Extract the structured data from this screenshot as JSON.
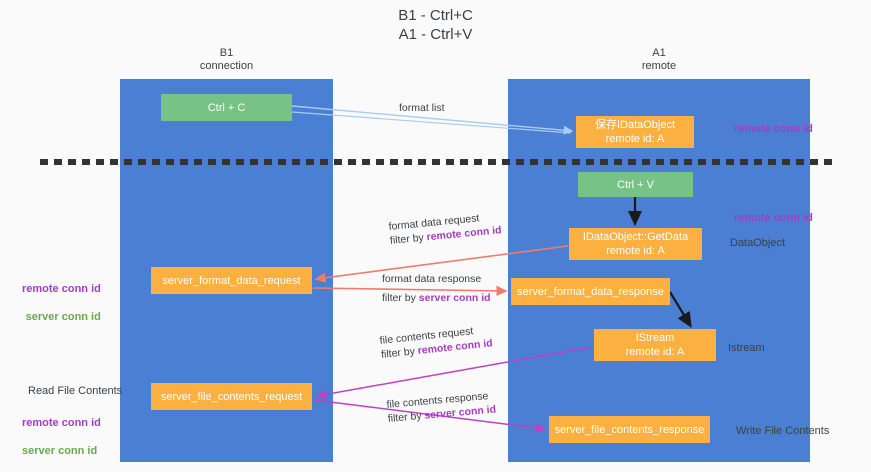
{
  "title": "B1 - Ctrl+C\nA1 - Ctrl+V",
  "lanes": [
    {
      "name": "b1",
      "header": "B1\nconnection"
    },
    {
      "name": "a1",
      "header": "A1\nremote"
    }
  ],
  "nodes": {
    "ctrl_c": "Ctrl + C",
    "save_idataobject": "保存IDataObject\nremote id: A",
    "ctrl_v": "Ctrl + V",
    "getdata": "IDataObject::GetData\nremote id: A",
    "server_format_data_request": "server_format_data_request",
    "server_format_data_response": "server_format_data_response",
    "istream": "IStream\nremote id: A",
    "server_file_contents_request": "server_file_contents_request",
    "server_file_contents_response": "server_file_contents_response"
  },
  "edges": {
    "format_list": "format list",
    "format_data_request": "format data request",
    "format_data_request_filter_prefix": "filter by ",
    "format_data_request_filter_key": "remote conn id",
    "format_data_response": "format data response",
    "format_data_response_filter_prefix": "filter by ",
    "format_data_response_filter_key": "server conn id",
    "file_contents_request": "file contents request",
    "file_contents_request_filter_prefix": "filter by ",
    "file_contents_request_filter_key": "remote conn id",
    "file_contents_response": "file contents response",
    "file_contents_response_filter_prefix": "filter by ",
    "file_contents_response_filter_key": "server conn id"
  },
  "annotations": {
    "remote_conn_id_top": "remote conn id",
    "remote_conn_id_mid": "remote conn id",
    "dataobject": "DataObject",
    "istream": "Istream",
    "write_file_contents": "Write File Contents",
    "read_file_contents": "Read File Contents",
    "left_remote_conn_id_mid": "remote conn id",
    "left_server_conn_id_mid": "server conn id",
    "left_remote_conn_id_bottom": "remote conn id",
    "left_server_conn_id_bottom": "server conn id"
  },
  "colors": {
    "lane": "#4a7fd4",
    "green_node": "#77c285",
    "orange_node": "#fbb040",
    "purple_text": "#a33ec0",
    "green_text": "#6aa84f",
    "arrow_blue": "#a9cdf0",
    "arrow_red": "#f07a6e",
    "arrow_magenta": "#c040c0",
    "arrow_black": "#1a1a1a",
    "background": "#fafafa"
  }
}
